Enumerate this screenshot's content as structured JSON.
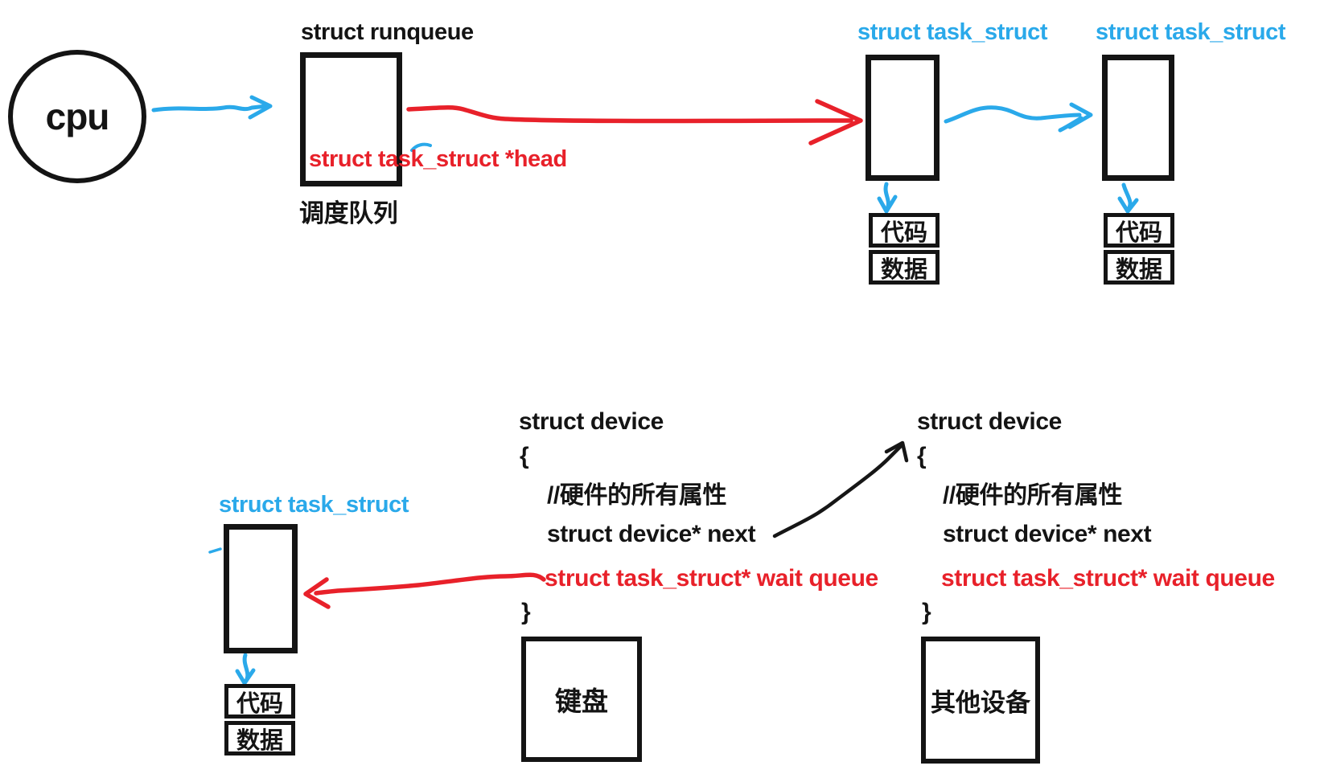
{
  "colors": {
    "accent_blue": "#2aa9ea",
    "accent_red": "#e8212a",
    "ink_black": "#141414"
  },
  "top": {
    "cpu_label": "cpu",
    "runqueue": {
      "title": "struct runqueue",
      "head_field": "struct task_struct *head",
      "caption": "调度队列"
    },
    "task1_label": "struct task_struct",
    "task2_label": "struct task_struct"
  },
  "bottom": {
    "task_label": "struct task_struct",
    "device1": {
      "title": "struct device",
      "brace_open": "{",
      "comment": "//硬件的所有属性",
      "field_next": "struct device* next",
      "field_wait": "struct task_struct* wait queue",
      "brace_close": "}",
      "box_label": "键盘"
    },
    "device2": {
      "title": "struct device",
      "brace_open": "{",
      "comment": "//硬件的所有属性",
      "field_next": "struct device* next",
      "field_wait": "struct task_struct* wait queue",
      "brace_close": "}",
      "box_label": "其他设备"
    }
  },
  "memory": {
    "code": "代码",
    "data": "数据"
  }
}
